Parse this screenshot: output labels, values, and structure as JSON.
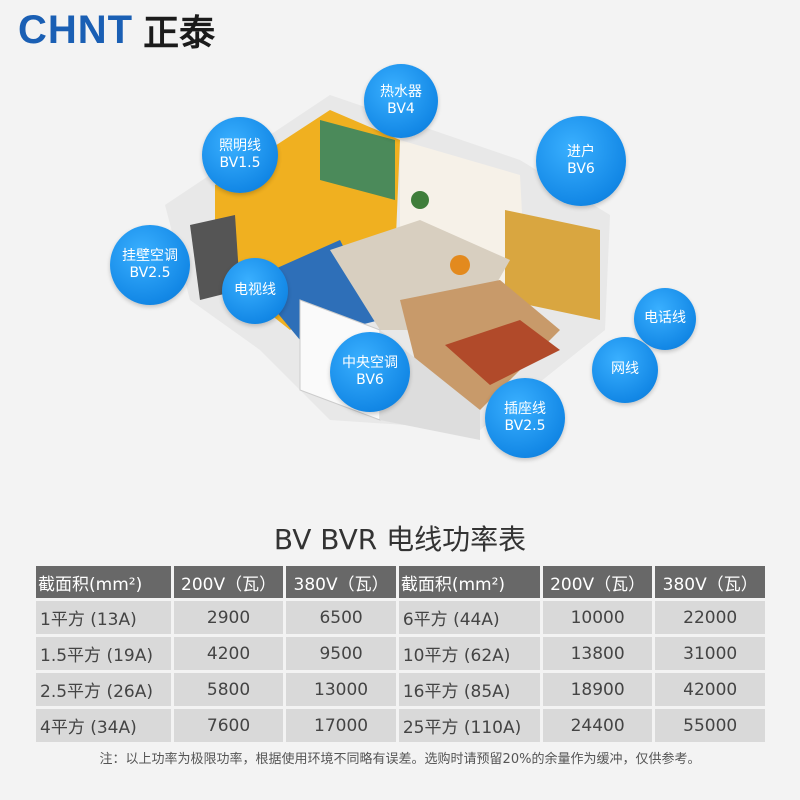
{
  "logo": {
    "en": "CHNT",
    "cn": "正泰"
  },
  "bubbles": [
    {
      "name": "lighting",
      "l1": "照明线",
      "l2": "BV1.5"
    },
    {
      "name": "water-heater",
      "l1": "热水器",
      "l2": "BV4"
    },
    {
      "name": "entry",
      "l1": "进户",
      "l2": "BV6"
    },
    {
      "name": "wall-ac",
      "l1": "挂壁空调",
      "l2": "BV2.5"
    },
    {
      "name": "tv",
      "l1": "电视线",
      "l2": ""
    },
    {
      "name": "phone",
      "l1": "电话线",
      "l2": ""
    },
    {
      "name": "network",
      "l1": "网线",
      "l2": ""
    },
    {
      "name": "central-ac",
      "l1": "中央空调",
      "l2": "BV6"
    },
    {
      "name": "socket",
      "l1": "插座线",
      "l2": "BV2.5"
    }
  ],
  "title": "BV BVR 电线功率表",
  "table": {
    "headers": [
      "截面积(mm²)",
      "200V（瓦）",
      "380V（瓦）",
      "截面积(mm²)",
      "200V（瓦）",
      "380V（瓦）"
    ],
    "rows": [
      [
        "1平方 (13A)",
        "2900",
        "6500",
        "6平方 (44A)",
        "10000",
        "22000"
      ],
      [
        "1.5平方 (19A)",
        "4200",
        "9500",
        "10平方 (62A)",
        "13800",
        "31000"
      ],
      [
        "2.5平方 (26A)",
        "5800",
        "13000",
        "16平方 (85A)",
        "18900",
        "42000"
      ],
      [
        "4平方 (34A)",
        "7600",
        "17000",
        "25平方 (110A)",
        "24400",
        "55000"
      ]
    ]
  },
  "note": "注：以上功率为极限功率，根据使用环境不同略有误差。选购时请预留20%的余量作为缓冲，仅供参考。"
}
